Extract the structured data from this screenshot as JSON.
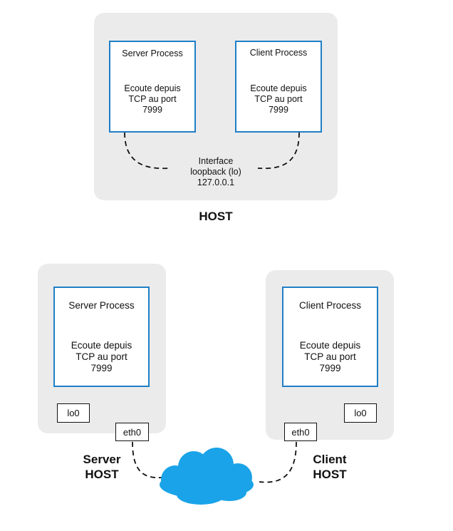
{
  "top": {
    "server": {
      "title": "Server Process",
      "line1": "Ecoute depuis",
      "line2": "TCP au port",
      "line3": "7999"
    },
    "client": {
      "title": "Client Process",
      "line1": "Ecoute depuis",
      "line2": "TCP au port",
      "line3": "7999"
    },
    "interface": {
      "line1": "Interface",
      "line2": "loopback (lo)",
      "line3": "127.0.0.1"
    },
    "host_label": "HOST"
  },
  "bottom": {
    "server": {
      "title": "Server Process",
      "line1": "Ecoute depuis",
      "line2": "TCP au port",
      "line3": "7999",
      "lo": "lo0",
      "eth": "eth0",
      "label1": "Server",
      "label2": "HOST"
    },
    "client": {
      "title": "Client Process",
      "line1": "Ecoute depuis",
      "line2": "TCP au port",
      "line3": "7999",
      "lo": "lo0",
      "eth": "eth0",
      "label1": "Client",
      "label2": "HOST"
    }
  },
  "colors": {
    "host_bg": "#ebebeb",
    "process_border": "#1f7fc6",
    "cloud": "#1aa3e8"
  },
  "icons": {
    "network": "cloud-icon"
  }
}
